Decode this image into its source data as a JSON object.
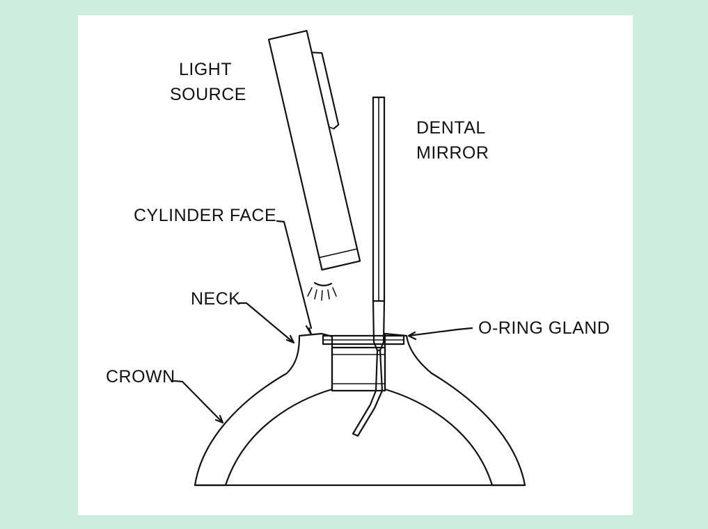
{
  "labels": {
    "light_source_1": "LIGHT",
    "light_source_2": "SOURCE",
    "dental_mirror_1": "DENTAL",
    "dental_mirror_2": "MIRROR",
    "cylinder_face": "CYLINDER FACE",
    "neck": "NECK",
    "o_ring_gland": "O-RING GLAND",
    "crown": "CROWN"
  },
  "colors": {
    "background": "#cdeddf",
    "panel": "#ffffff",
    "line": "#111111"
  }
}
